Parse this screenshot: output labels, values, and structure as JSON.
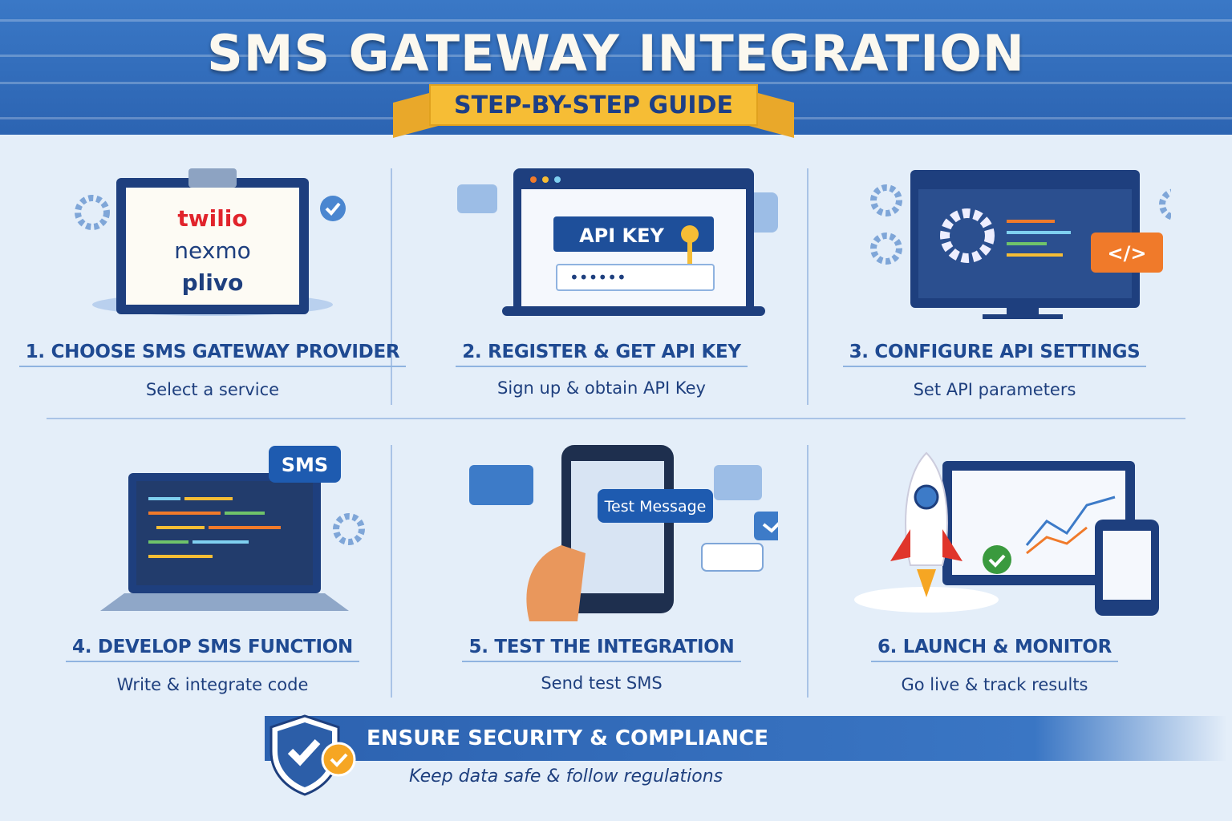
{
  "header": {
    "title": "SMS GATEWAY INTEGRATION",
    "subtitle": "STEP-BY-STEP GUIDE"
  },
  "steps": [
    {
      "title": "1. CHOOSE SMS GATEWAY PROVIDER",
      "subtitle": "Select a service",
      "providers": [
        "twilio",
        "nexmo",
        "plivo"
      ]
    },
    {
      "title": "2. REGISTER & GET API KEY",
      "subtitle": "Sign up & obtain API Key",
      "key_label": "API KEY",
      "masked": "••••••"
    },
    {
      "title": "3. CONFIGURE API SETTINGS",
      "subtitle": "Set API parameters",
      "code_tag": "</>"
    },
    {
      "title": "4. DEVELOP SMS FUNCTION",
      "subtitle": "Write & integrate code",
      "bubble": "SMS"
    },
    {
      "title": "5. TEST THE INTEGRATION",
      "subtitle": "Send test SMS",
      "bubble": "Test Message"
    },
    {
      "title": "6. LAUNCH & MONITOR",
      "subtitle": "Go live & track results"
    }
  ],
  "footer": {
    "title": "ENSURE SECURITY & COMPLIANCE",
    "subtitle": "Keep data safe & follow regulations"
  },
  "colors": {
    "primary": "#2c64b2",
    "accent": "#f6bd35",
    "text": "#1f4a92",
    "orange": "#f07a2a"
  }
}
